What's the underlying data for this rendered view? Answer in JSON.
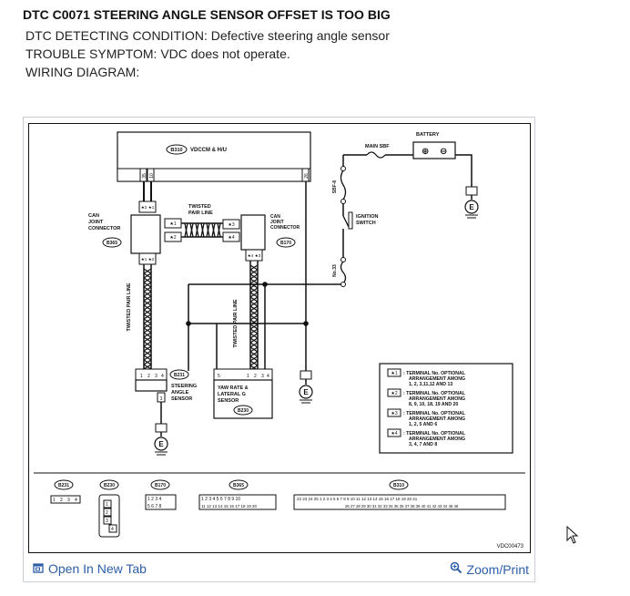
{
  "header": {
    "title": "DTC C0071 STEERING ANGLE SENSOR OFFSET IS TOO BIG",
    "detecting": "DTC DETECTING CONDITION: Defective steering angle sensor",
    "symptom": "TROUBLE SYMPTOM: VDC does not operate.",
    "wiring": "WIRING DIAGRAM:"
  },
  "diagram": {
    "vdccm": "VDCCM & H/U",
    "b310": "B310",
    "pin35": "35",
    "pin10": "10",
    "pin26": "26",
    "battery": "BATTERY",
    "main_sbf": "MAIN SBF",
    "sbf6": "SBF-6",
    "ignition1": "IGNITION",
    "ignition2": "SWITCH",
    "no33": "No.33",
    "can_left1": "CAN",
    "can_left2": "JOINT",
    "can_left3": "CONNECTOR",
    "b365": "B365",
    "can_right1": "CAN",
    "can_right2": "JOINT",
    "can_right3": "CONNECTOR",
    "b170": "B170",
    "twisted1": "TWISTED",
    "twisted2": "PAIR LINE",
    "twisted_v": "TWISTED PAIR LINE",
    "m1": "★1",
    "m2": "★2",
    "m3": "★3",
    "m4": "★4",
    "steer1": "STEERING",
    "steer2": "ANGLE",
    "steer3": "SENSOR",
    "b231": "B231",
    "yaw1": "YAW RATE &",
    "yaw2": "LATERAL G",
    "yaw3": "SENSOR",
    "b230": "B230",
    "ground": "E",
    "legend": [
      {
        "mark": "★1",
        "lines": [
          "TERMINAL No. OPTIONAL",
          "ARRANGEMENT AMONG",
          "1, 2, 3,11,12 AND 13"
        ]
      },
      {
        "mark": "★2",
        "lines": [
          "TERMINAL No. OPTIONAL",
          "ARRANGEMENT AMONG",
          "8, 9, 10, 18, 19 AND 20"
        ]
      },
      {
        "mark": "★3",
        "lines": [
          "TERMINAL No. OPTIONAL",
          "ARRANGEMENT AMONG",
          "1, 2, 5 AND 6"
        ]
      },
      {
        "mark": "★4",
        "lines": [
          "TERMINAL No. OPTIONAL",
          "ARRANGEMENT AMONG",
          "3, 4, 7 AND 8"
        ]
      }
    ],
    "code": "VDC00473",
    "connectors": [
      "B231",
      "B230",
      "B170",
      "B365",
      "B310"
    ]
  },
  "footer": {
    "open_tab": "Open In New Tab",
    "zoom": "Zoom/Print"
  }
}
